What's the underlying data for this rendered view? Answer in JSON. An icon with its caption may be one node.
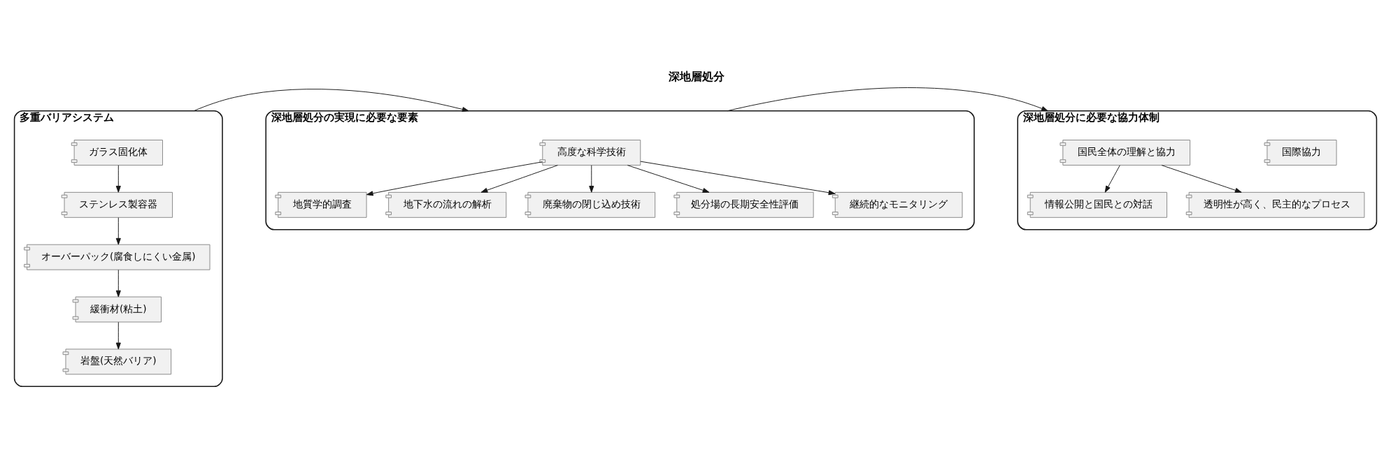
{
  "diagram": {
    "title": "深地層処分",
    "nodes": [
      {
        "text": [
          "多重バリアシステム"
        ]
      },
      {
        "text": [
          "ガラス固化体"
        ],
        "in": 0
      },
      {
        "text": [
          "ステンレス製容器"
        ],
        "in": 0
      },
      {
        "text": [
          "オーバーパック(腐食しにくい金属)"
        ],
        "in": 0
      },
      {
        "text": [
          "緩衝材(粘土)"
        ],
        "in": 0
      },
      {
        "text": [
          "岩盤(天然バリア)"
        ],
        "in": 0
      },
      {
        "text": [
          "深地層処分の実現に必要な要素"
        ]
      },
      {
        "text": [
          "高度な科学技術"
        ],
        "in": 6
      },
      {
        "text": [
          "地質学的調査"
        ],
        "in": 6
      },
      {
        "text": [
          "地下水の流れの解析"
        ],
        "in": 6
      },
      {
        "text": [
          "廃棄物の閉じ込め技術"
        ],
        "in": 6
      },
      {
        "text": [
          "処分場の長期安全性評価"
        ],
        "in": 6
      },
      {
        "text": [
          "継続的なモニタリング"
        ],
        "in": 6
      },
      {
        "text": [
          "深地層処分に必要な協力体制"
        ]
      },
      {
        "text": [
          "国民全体の理解と協力"
        ],
        "in": 13
      },
      {
        "text": [
          "国際協力"
        ],
        "in": 13
      },
      {
        "text": [
          "情報公開と国民との対話"
        ],
        "in": 13
      },
      {
        "text": [
          "透明性が高く、民主的なプロセス"
        ],
        "in": 13
      }
    ],
    "edges": [
      {
        "from": 1,
        "to": 2,
        "arrow": "to"
      },
      {
        "from": 2,
        "to": 3,
        "arrow": "to"
      },
      {
        "from": 3,
        "to": 4,
        "arrow": "to"
      },
      {
        "from": 4,
        "to": 5,
        "arrow": "to"
      },
      {
        "from": 7,
        "to": 8,
        "arrow": "to"
      },
      {
        "from": 7,
        "to": 9,
        "arrow": "to"
      },
      {
        "from": 7,
        "to": 10,
        "arrow": "to"
      },
      {
        "from": 7,
        "to": 11,
        "arrow": "to"
      },
      {
        "from": 7,
        "to": 12,
        "arrow": "to"
      },
      {
        "from": 14,
        "to": 16,
        "arrow": "to"
      },
      {
        "from": 14,
        "to": 17,
        "arrow": "to"
      },
      {
        "from": 0,
        "to": 6,
        "arrow": "to"
      },
      {
        "from": 6,
        "to": 13,
        "arrow": "to"
      }
    ]
  }
}
